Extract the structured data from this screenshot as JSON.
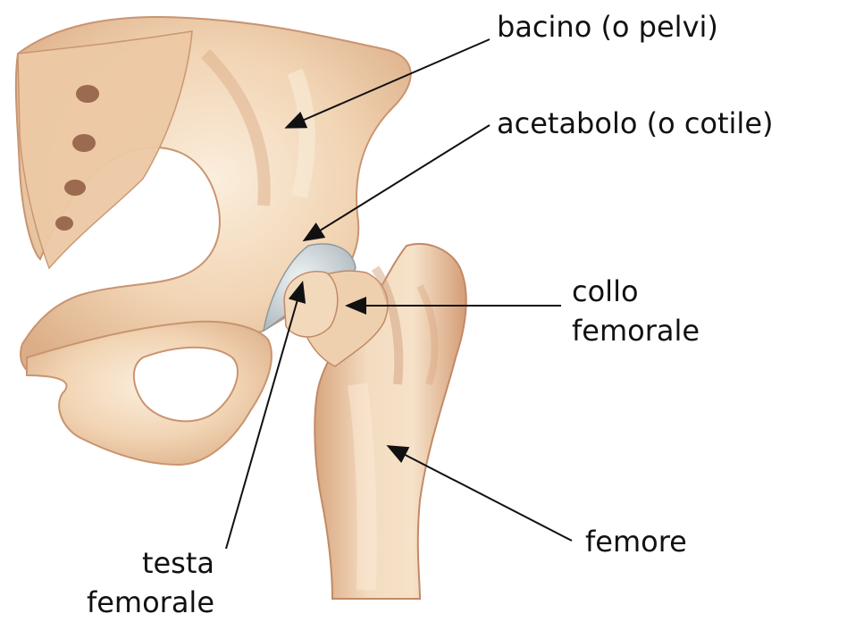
{
  "diagram": {
    "labels": {
      "bacino": "bacino (o pelvi)",
      "acetabolo": "acetabolo (o cotile)",
      "collo_line1": "collo",
      "collo_line2": "femorale",
      "femore": "femore",
      "testa_line1": "testa",
      "testa_line2": "femorale"
    },
    "colors": {
      "bone_base": "#f0d2b0",
      "bone_light": "#f8e6cc",
      "bone_shadow": "#d9a985",
      "bone_dark": "#b9805f",
      "cartilage": "#c9d3d8",
      "arrow": "#111111"
    }
  }
}
